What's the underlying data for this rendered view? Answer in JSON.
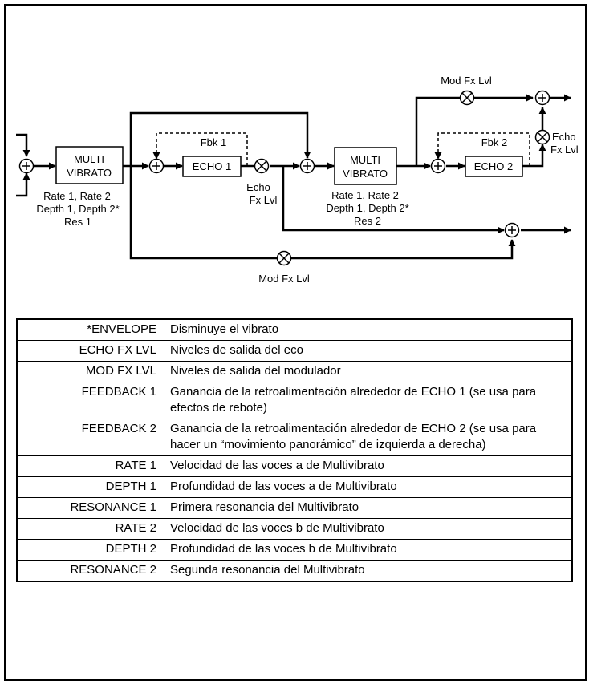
{
  "diagram": {
    "multivibrato_1": [
      "MULTI",
      "VIBRATO"
    ],
    "multivibrato_2": [
      "MULTI",
      "VIBRATO"
    ],
    "echo_1": "ECHO 1",
    "echo_2": "ECHO 2",
    "fbk_1": "Fbk 1",
    "fbk_2": "Fbk 2",
    "echo_fx_lvl_1": [
      "Echo",
      "Fx Lvl"
    ],
    "echo_fx_lvl_2": [
      "Echo",
      "Fx Lvl"
    ],
    "mod_fx_lvl_top": "Mod Fx Lvl",
    "mod_fx_lvl_bottom": "Mod Fx Lvl",
    "params_1": [
      "Rate 1, Rate 2",
      "Depth 1, Depth 2*",
      "Res 1"
    ],
    "params_2": [
      "Rate 1, Rate 2",
      "Depth 1, Depth 2*",
      "Res 2"
    ]
  },
  "table": {
    "rows": [
      {
        "param": "*ENVELOPE",
        "desc": "Disminuye el vibrato"
      },
      {
        "param": "ECHO FX LVL",
        "desc": "Niveles de salida del eco"
      },
      {
        "param": "MOD FX LVL",
        "desc": "Niveles de salida del modulador"
      },
      {
        "param": "FEEDBACK 1",
        "desc": "Ganancia de la retroalimentación alrededor de ECHO 1 (se usa para efectos de rebote)"
      },
      {
        "param": "FEEDBACK 2",
        "desc": "Ganancia de la retroalimentación alrededor de ECHO 2 (se usa para hacer un “movimiento panorámico” de izquierda a derecha)"
      },
      {
        "param": "RATE 1",
        "desc": "Velocidad de las voces a de Multivibrato"
      },
      {
        "param": "DEPTH 1",
        "desc": "Profundidad de las voces a de Multivibrato"
      },
      {
        "param": "RESONANCE 1",
        "desc": "Primera resonancia del Multivibrato"
      },
      {
        "param": "RATE 2",
        "desc": "Velocidad de las voces b de Multivibrato"
      },
      {
        "param": "DEPTH 2",
        "desc": "Profundidad de las voces b de Multivibrato"
      },
      {
        "param": "RESONANCE 2",
        "desc": "Segunda resonancia del Multivibrato"
      }
    ]
  }
}
